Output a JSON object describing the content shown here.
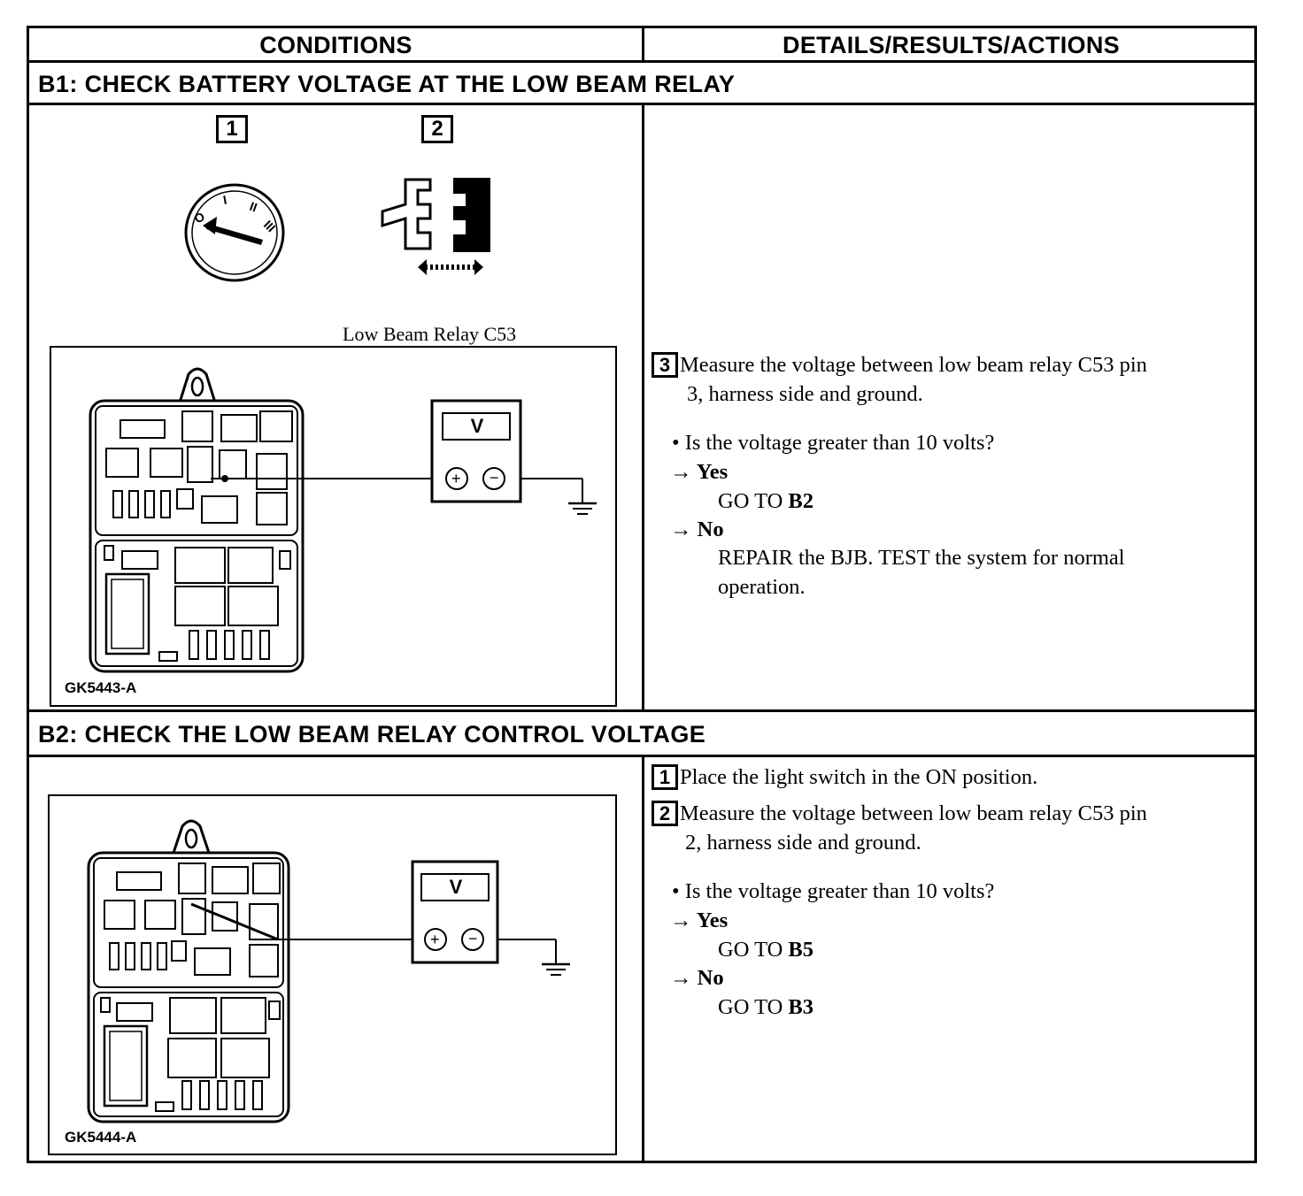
{
  "table": {
    "col_conditions": "CONDITIONS",
    "col_details": "DETAILS/RESULTS/ACTIONS"
  },
  "b1": {
    "title": "B1: CHECK BATTERY VOLTAGE AT THE LOW BEAM RELAY",
    "step1_label": "1",
    "step2_label": "2",
    "relay_caption": "Low Beam Relay C53",
    "meter_label": "V",
    "figure_id": "GK5443-A",
    "step3": {
      "num": "3",
      "line1": "Measure the voltage between low beam relay C53 pin",
      "line2": "3, harness side and ground."
    },
    "question": "• Is the voltage greater than 10 volts?",
    "yes_label": "→ Yes",
    "yes_action_prefix": "GO TO ",
    "yes_action_target": "B2",
    "no_label": "→ No",
    "no_action_line1": "REPAIR the BJB. TEST the system for normal",
    "no_action_line2": "operation."
  },
  "b2": {
    "title": "B2: CHECK THE LOW BEAM RELAY CONTROL VOLTAGE",
    "meter_label": "V",
    "figure_id": "GK5444-A",
    "step1": {
      "num": "1",
      "text": "Place the light switch in the ON position."
    },
    "step2": {
      "num": "2",
      "line1": "Measure the voltage between low beam relay C53 pin",
      "line2": "2, harness side and ground."
    },
    "question": "• Is the voltage greater than 10 volts?",
    "yes_label": "→ Yes",
    "yes_action_prefix": "GO TO ",
    "yes_action_target": "B5",
    "no_label": "→ No",
    "no_action_prefix": "GO TO ",
    "no_action_target": "B3"
  }
}
